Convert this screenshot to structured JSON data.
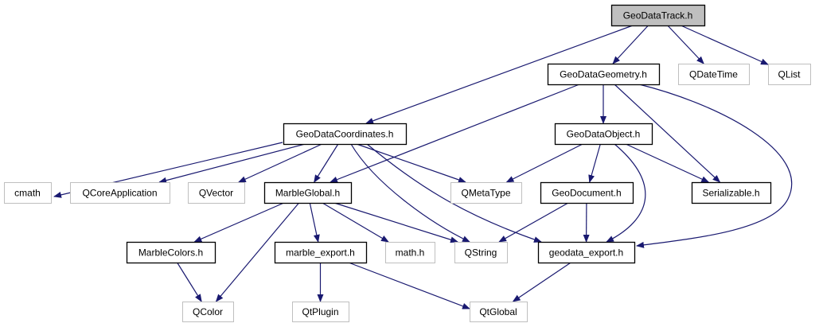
{
  "colors": {
    "edge": "#191970",
    "root_fill": "#bfbfbf",
    "documented_border": "#000000",
    "external_border": "#bfbfbf"
  },
  "nodes": [
    {
      "id": "track",
      "label": "GeoDataTrack.h",
      "kind": "root"
    },
    {
      "id": "geometry",
      "label": "GeoDataGeometry.h",
      "kind": "documented"
    },
    {
      "id": "qdatetime",
      "label": "QDateTime",
      "kind": "external"
    },
    {
      "id": "qlist",
      "label": "QList",
      "kind": "external"
    },
    {
      "id": "coordinates",
      "label": "GeoDataCoordinates.h",
      "kind": "documented"
    },
    {
      "id": "object",
      "label": "GeoDataObject.h",
      "kind": "documented"
    },
    {
      "id": "cmath",
      "label": "cmath",
      "kind": "external"
    },
    {
      "id": "qcoreapp",
      "label": "QCoreApplication",
      "kind": "external"
    },
    {
      "id": "qvector",
      "label": "QVector",
      "kind": "external"
    },
    {
      "id": "marbleglobal",
      "label": "MarbleGlobal.h",
      "kind": "documented"
    },
    {
      "id": "qmetatype",
      "label": "QMetaType",
      "kind": "external"
    },
    {
      "id": "geodocument",
      "label": "GeoDocument.h",
      "kind": "documented"
    },
    {
      "id": "serializable",
      "label": "Serializable.h",
      "kind": "documented"
    },
    {
      "id": "marblecolors",
      "label": "MarbleColors.h",
      "kind": "documented"
    },
    {
      "id": "marbleexport",
      "label": "marble_export.h",
      "kind": "documented"
    },
    {
      "id": "mathh",
      "label": "math.h",
      "kind": "external"
    },
    {
      "id": "qstring",
      "label": "QString",
      "kind": "external"
    },
    {
      "id": "geodataexport",
      "label": "geodata_export.h",
      "kind": "documented"
    },
    {
      "id": "qcolor",
      "label": "QColor",
      "kind": "external"
    },
    {
      "id": "qtplugin",
      "label": "QtPlugin",
      "kind": "external"
    },
    {
      "id": "qtglobal",
      "label": "QtGlobal",
      "kind": "external"
    }
  ],
  "edges": [
    [
      "track",
      "coordinates"
    ],
    [
      "track",
      "geometry"
    ],
    [
      "track",
      "qdatetime"
    ],
    [
      "track",
      "qlist"
    ],
    [
      "geometry",
      "marbleglobal"
    ],
    [
      "geometry",
      "object"
    ],
    [
      "geometry",
      "serializable"
    ],
    [
      "geometry",
      "geodataexport"
    ],
    [
      "coordinates",
      "cmath"
    ],
    [
      "coordinates",
      "qcoreapp"
    ],
    [
      "coordinates",
      "qvector"
    ],
    [
      "coordinates",
      "marbleglobal"
    ],
    [
      "coordinates",
      "qmetatype"
    ],
    [
      "coordinates",
      "qstring"
    ],
    [
      "coordinates",
      "geodataexport"
    ],
    [
      "object",
      "qmetatype"
    ],
    [
      "object",
      "geodocument"
    ],
    [
      "object",
      "geodataexport"
    ],
    [
      "object",
      "serializable"
    ],
    [
      "marbleglobal",
      "marblecolors"
    ],
    [
      "marbleglobal",
      "qcolor"
    ],
    [
      "marbleglobal",
      "marbleexport"
    ],
    [
      "marbleglobal",
      "mathh"
    ],
    [
      "marbleglobal",
      "qstring"
    ],
    [
      "marblecolors",
      "qcolor"
    ],
    [
      "marbleexport",
      "qtplugin"
    ],
    [
      "marbleexport",
      "qtglobal"
    ],
    [
      "geodocument",
      "qstring"
    ],
    [
      "geodocument",
      "geodataexport"
    ],
    [
      "geodataexport",
      "qtglobal"
    ]
  ]
}
